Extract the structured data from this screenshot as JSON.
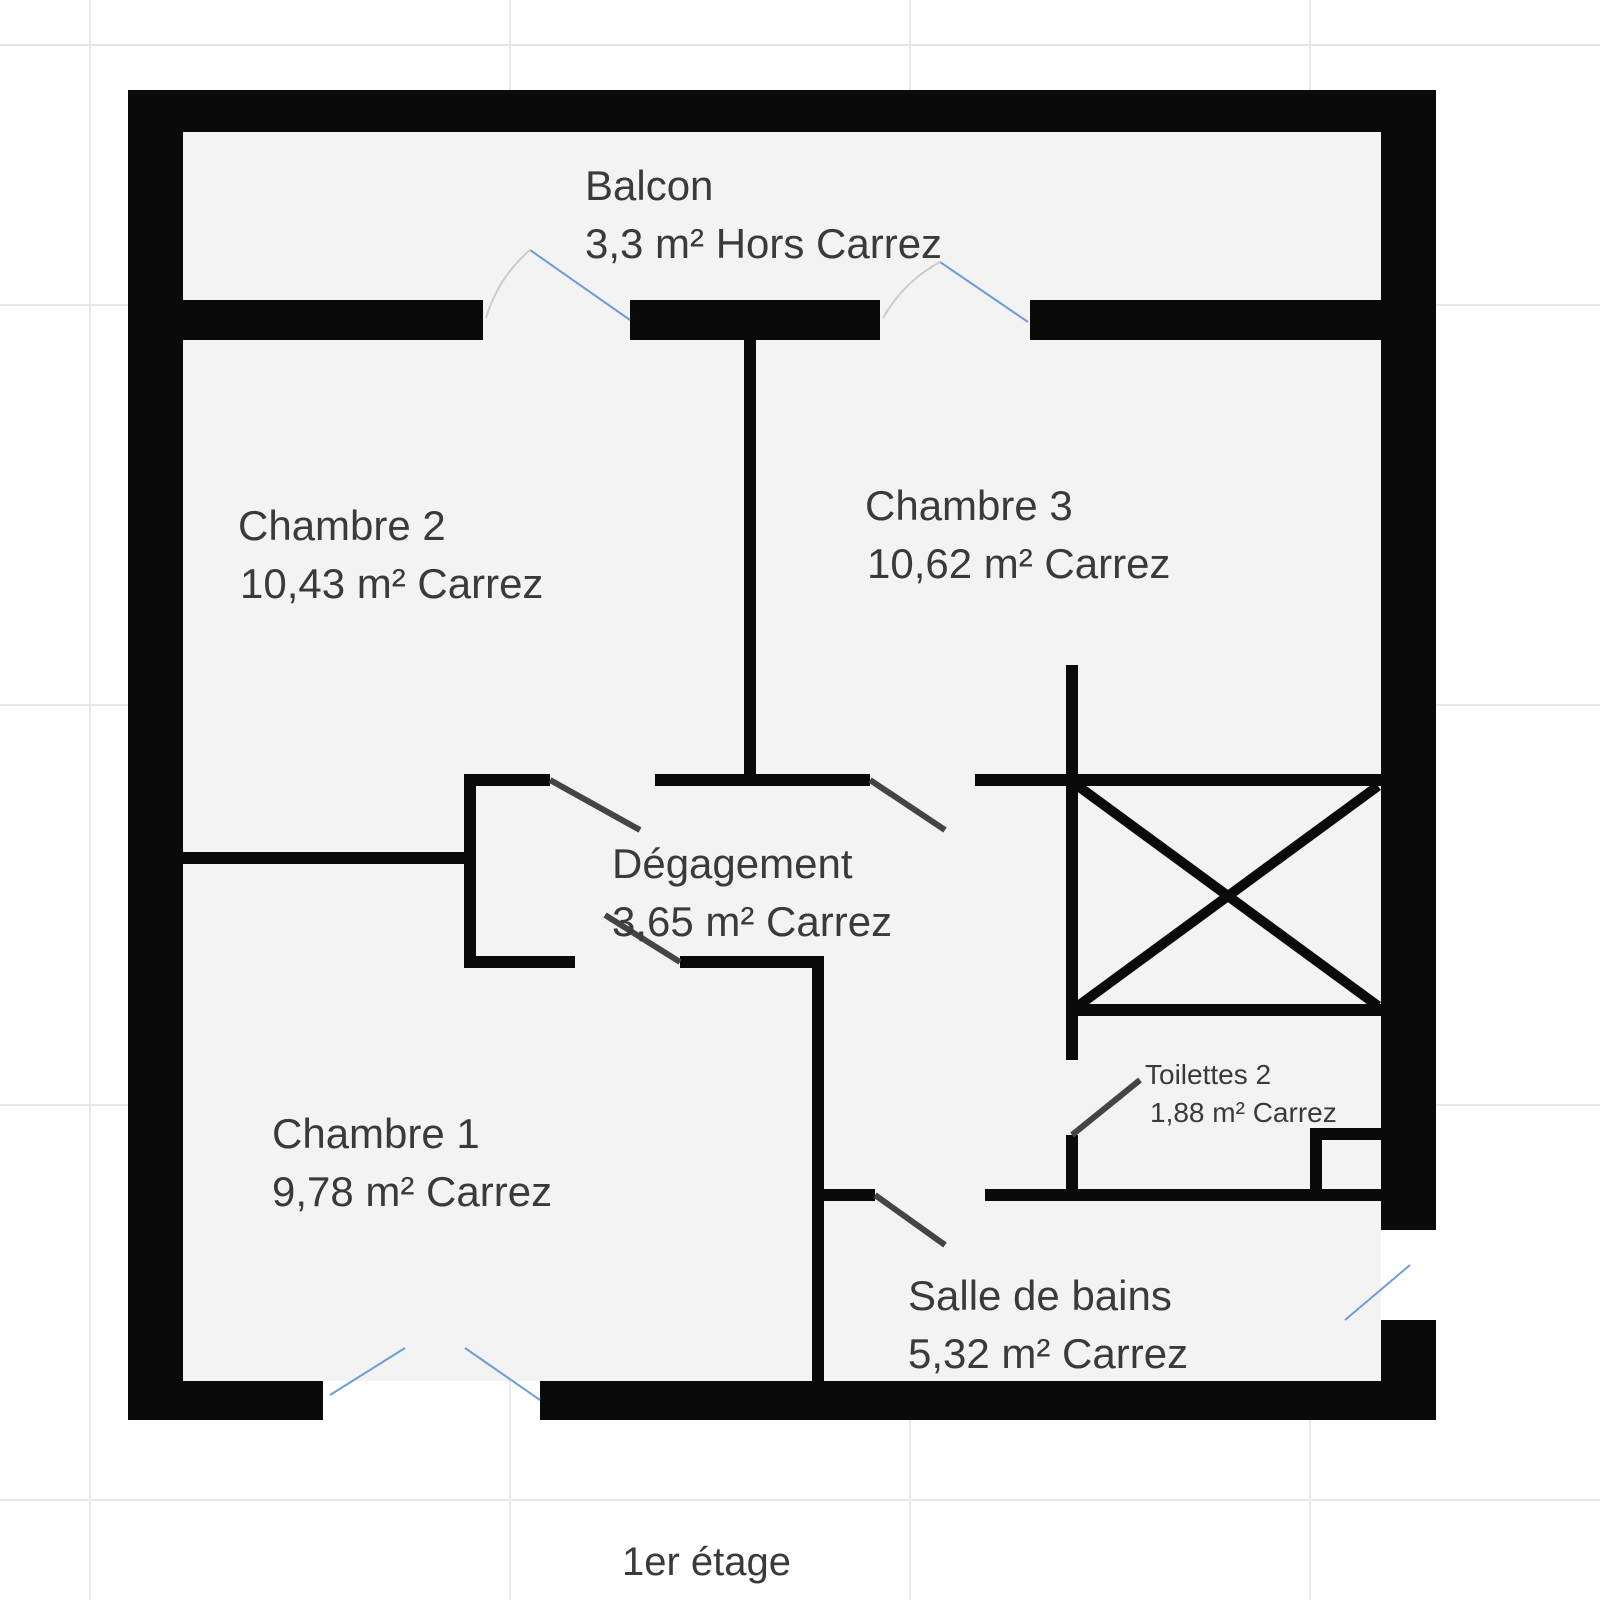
{
  "floor_label": "1er étage",
  "rooms": {
    "balcon": {
      "name": "Balcon",
      "area": "3,3 m² Hors Carrez"
    },
    "chambre2": {
      "name": "Chambre 2",
      "area": "10,43 m² Carrez"
    },
    "chambre3": {
      "name": "Chambre 3",
      "area": "10,62 m² Carrez"
    },
    "degagement": {
      "name": "Dégagement",
      "area": "3,65 m² Carrez"
    },
    "toilettes2": {
      "name": "Toilettes 2",
      "area": "1,88 m² Carrez"
    },
    "chambre1": {
      "name": "Chambre 1",
      "area": "9,78 m² Carrez"
    },
    "salle_de_bains": {
      "name": "Salle de bains",
      "area": "5,32 m² Carrez"
    }
  },
  "colors": {
    "wall": "#0a0a0a",
    "floor": "#f3f3f3",
    "door_swing": "#6a9fd8",
    "grid": "#e6e6e6"
  }
}
